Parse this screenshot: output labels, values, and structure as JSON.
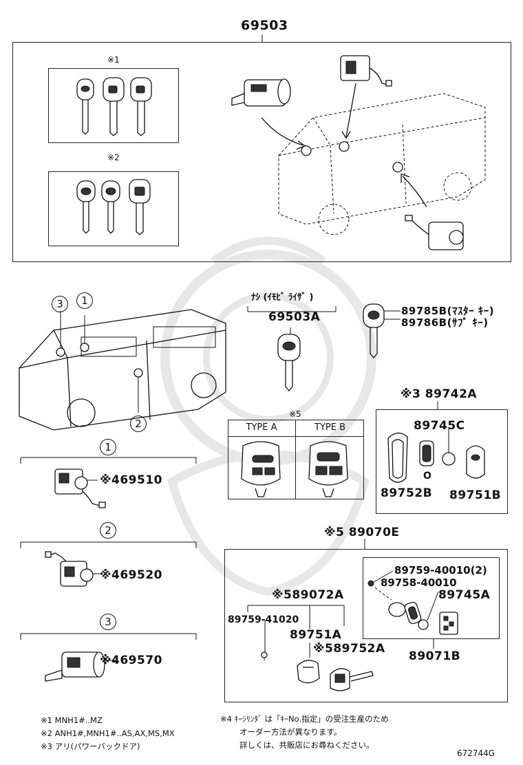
{
  "diagram": {
    "main_assembly": "69503",
    "key_group_1_label": "※1",
    "key_group_2_label": "※2",
    "immobilizer_note": "ﾅｼ (ｲﾓﾋﾞ ﾗｲｻﾞ )",
    "immobilizer_key_part": "69503A",
    "master_key_part": "89785B(ﾏｽﾀｰ ｷｰ)",
    "sub_key_part": "89786B(ｻﾌﾞ ｷｰ)",
    "callouts": {
      "c1": "1",
      "c2": "2",
      "c3": "3"
    },
    "type_box": {
      "mark": "※5",
      "type_a": "TYPE A",
      "type_b": "TYPE B"
    },
    "transmitter": {
      "assembly": "※3 89742A",
      "battery": "89745C",
      "o_ring_label": "O",
      "case": "89752B",
      "cover": "89751B"
    },
    "sections": {
      "s1": {
        "label": "1",
        "part": "※469510"
      },
      "s2": {
        "label": "2",
        "part": "※469520"
      },
      "s3": {
        "label": "3",
        "part": "※469570"
      }
    },
    "key_kit": {
      "assembly": "※5 89070E",
      "subassembly": "※589072A",
      "screw": "89759-41020",
      "cover": "89751A",
      "case": "※589752A",
      "screw_set": "89759-40010(2)",
      "screw_b": "89758-40010",
      "battery": "89745A",
      "module": "89071B"
    },
    "notes_left": [
      "※1  MNH1#..MZ",
      "※2  ANH1#,MNH1#..AS,AX,MS,MX",
      "※3  アリ(パワーバックドア)"
    ],
    "notes_right": [
      "※4  ｷｰｼﾘﾝﾀﾞ は「ｷｰNo.指定」の受注生産のため",
      "オーダー方法が異なります。",
      "詳しくは、共販店にお尋ねください。"
    ],
    "figure_code": "672744G"
  }
}
